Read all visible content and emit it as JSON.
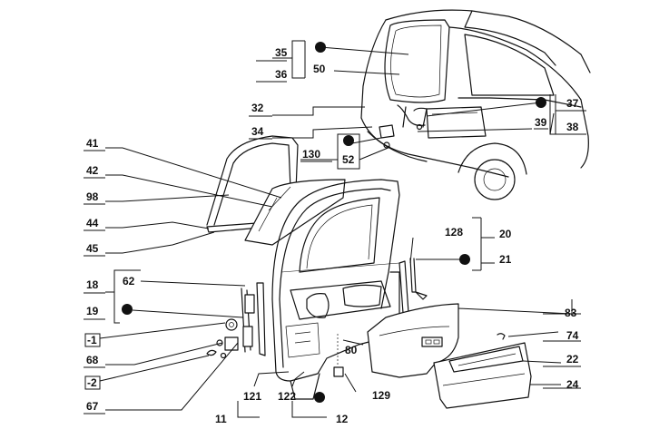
{
  "callouts": {
    "c35": "35",
    "c36": "36",
    "c50": "50",
    "c32": "32",
    "c34": "34",
    "c37": "37",
    "c39": "39",
    "c38": "38",
    "c41": "41",
    "c42": "42",
    "c98": "98",
    "c44": "44",
    "c45": "45",
    "c130": "130",
    "c52": "52",
    "c128": "128",
    "c20": "20",
    "c21": "21",
    "c18": "18",
    "c62": "62",
    "c19": "19",
    "cm1": "-1",
    "c68": "68",
    "cm2": "-2",
    "c67": "67",
    "c83": "83",
    "c74": "74",
    "c22": "22",
    "c24": "24",
    "c80": "80",
    "c121": "121",
    "c122": "122",
    "c129": "129",
    "c11": "11",
    "c12": "12"
  },
  "colors": {
    "ink": "#111111",
    "paper": "#ffffff"
  }
}
